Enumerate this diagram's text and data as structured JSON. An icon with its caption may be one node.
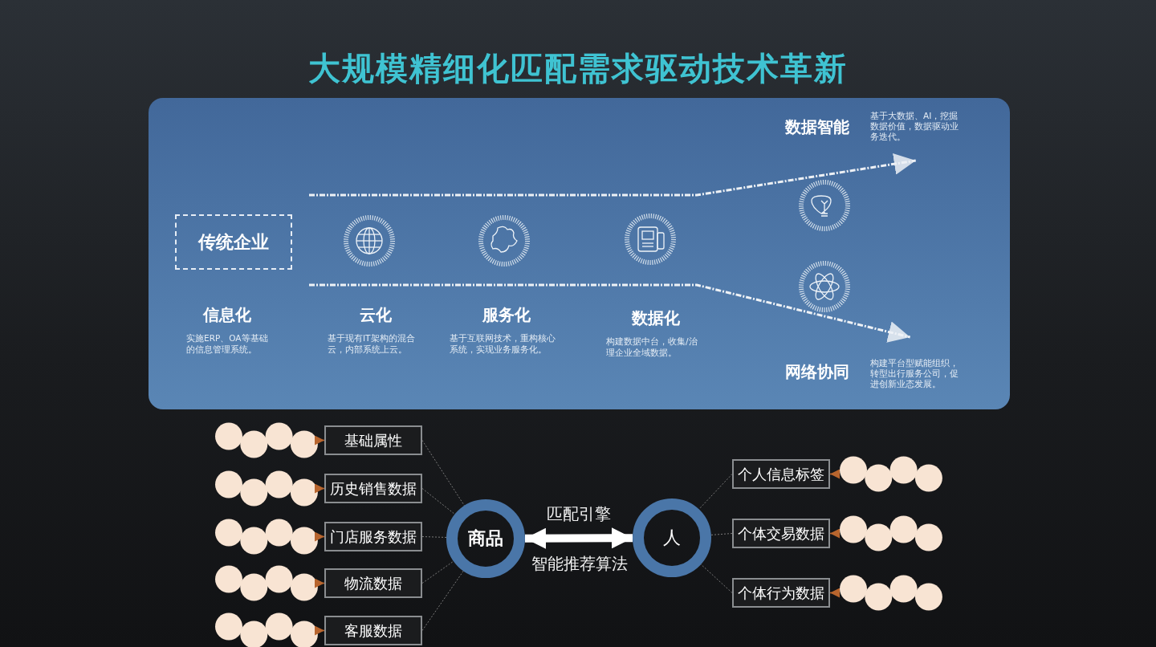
{
  "diagram": {
    "title": "大规模精细化匹配需求驱动技术革新",
    "nodes": [
      {
        "text": [
          "传统企业"
        ]
      },
      {
        "text": [
          "信息化",
          "实施ERP、OA等基础的信息管理系统。"
        ]
      },
      {
        "text": [
          "云化",
          "基于现有IT架构的混合云，内部系统上云。"
        ]
      },
      {
        "text": [
          "服务化",
          "基于互联网技术，重构核心系统，实现业务服务化。"
        ]
      },
      {
        "text": [
          "数据化",
          "构建数据中台，收集/治理企业全域数据。"
        ]
      },
      {
        "text": [
          "数据智能",
          "基于大数据、AI，挖掘数据价值，数据驱动业务迭代。"
        ]
      },
      {
        "text": [
          "网络协同",
          "构建平台型赋能组织，转型出行服务公司，促进创新业态发展。"
        ]
      },
      {
        "text": [],
        "shape": "circle"
      },
      {
        "text": [
          "基础属性"
        ]
      },
      {
        "text": [],
        "shape": "circle"
      },
      {
        "text": [
          "历史销售数据"
        ]
      },
      {
        "text": [],
        "shape": "circle"
      },
      {
        "text": [
          "门店服务数据"
        ]
      },
      {
        "text": [],
        "shape": "circle"
      },
      {
        "text": [
          "物流数据"
        ]
      },
      {
        "text": [],
        "shape": "circle"
      },
      {
        "text": [
          "客服数据"
        ]
      },
      {
        "text": [
          "商品"
        ]
      },
      {
        "text": [
          "人"
        ]
      },
      {
        "text": [
          "个人信息标签"
        ]
      },
      {
        "text": [],
        "shape": "circle"
      },
      {
        "text": [
          "个体交易数据"
        ]
      },
      {
        "text": [],
        "shape": "circle"
      },
      {
        "text": [
          "个体行为数据"
        ]
      },
      {
        "text": [],
        "shape": "circle"
      }
    ],
    "edges": [
      {
        "from": null,
        "to": 5,
        "arrow": "to",
        "style": "dashed",
        "color": "#ffffff"
      },
      {
        "from": null,
        "to": 6,
        "arrow": "to",
        "style": "dashed",
        "color": "#ffffff"
      },
      {
        "from": 7,
        "to": 8,
        "arrow": "to",
        "color": "#b8652e"
      },
      {
        "from": 9,
        "to": 10,
        "arrow": "to",
        "color": "#b8652e"
      },
      {
        "from": 11,
        "to": 12,
        "arrow": "to",
        "color": "#b8652e"
      },
      {
        "from": 13,
        "to": 14,
        "arrow": "to",
        "color": "#b8652e"
      },
      {
        "from": 15,
        "to": 16,
        "arrow": "to",
        "color": "#b8652e"
      },
      {
        "from": 8,
        "to": 17,
        "arrow": "none",
        "style": "dashed",
        "color": "#7a7a7a"
      },
      {
        "from": 10,
        "to": 17,
        "arrow": "none",
        "style": "dashed",
        "color": "#7a7a7a"
      },
      {
        "from": 12,
        "to": 17,
        "arrow": "none",
        "style": "dashed",
        "color": "#7a7a7a"
      },
      {
        "from": 14,
        "to": 17,
        "arrow": "none",
        "style": "dashed",
        "color": "#7a7a7a"
      },
      {
        "from": 16,
        "to": 17,
        "arrow": "none",
        "style": "dashed",
        "color": "#7a7a7a"
      },
      {
        "from": 17,
        "to": 18,
        "arrow": "both",
        "style": "thick",
        "color": "#ffffff",
        "label": "匹配引擎"
      },
      {
        "from": 19,
        "to": 18,
        "arrow": "none",
        "style": "dashed",
        "color": "#7a7a7a"
      },
      {
        "from": 21,
        "to": 18,
        "arrow": "none",
        "style": "dashed",
        "color": "#7a7a7a"
      },
      {
        "from": 23,
        "to": 18,
        "arrow": "none",
        "style": "dashed",
        "color": "#7a7a7a"
      },
      {
        "from": 20,
        "to": 19,
        "arrow": "to",
        "color": "#b8652e"
      },
      {
        "from": 22,
        "to": 21,
        "arrow": "to",
        "color": "#b8652e"
      },
      {
        "from": 24,
        "to": 23,
        "arrow": "to",
        "color": "#b8652e"
      }
    ],
    "labels": [
      "智能推荐算法"
    ]
  }
}
